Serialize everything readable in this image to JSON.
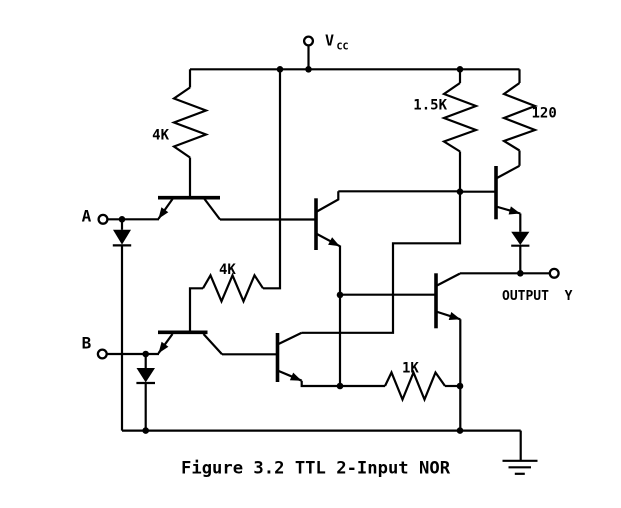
{
  "labels": {
    "vcc_main": "V",
    "vcc_sub": "CC",
    "input_a": "A",
    "input_b": "B",
    "output": "OUTPUT  Y",
    "r_input_a": "4K",
    "r_input_b": "4K",
    "r_phase": "1.5K",
    "r_pullup": "120",
    "r_pulldown": "1K",
    "caption": "Figure 3.2 TTL 2-Input NOR"
  },
  "colors": {
    "ink": "#000000",
    "background": "#ffffff"
  }
}
